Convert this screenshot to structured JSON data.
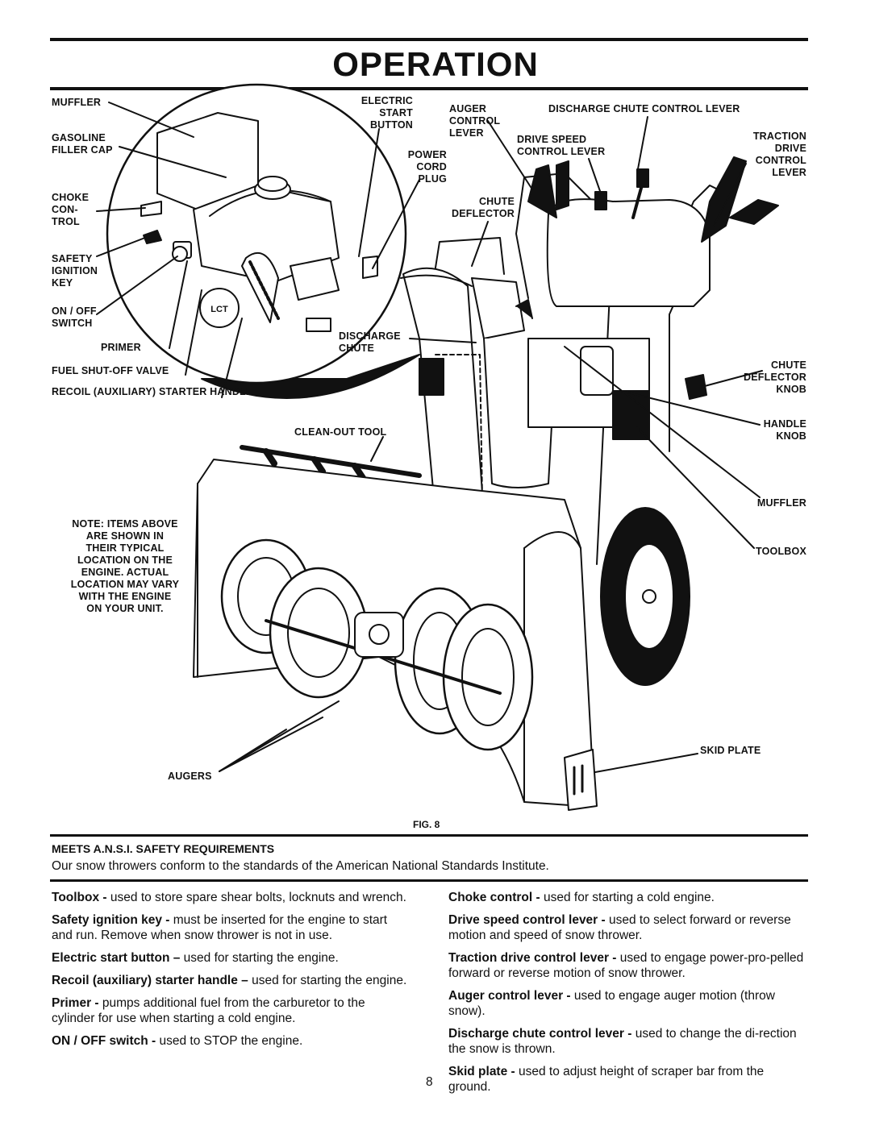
{
  "title": "OPERATION",
  "labels": {
    "muffler_top": "MUFFLER",
    "gasoline_filler_cap": "GASOLINE\nFILLER CAP",
    "choke_control": "CHOKE\nCON-\nTROL",
    "safety_ignition_key": "SAFETY\nIGNITION\nKEY",
    "on_off_switch": "ON / OFF\nSWITCH",
    "primer": "PRIMER",
    "fuel_shutoff_valve": "FUEL SHUT-OFF VALVE",
    "recoil_starter_handle": "RECOIL (AUXILIARY) STARTER HANDLE",
    "electric_start_button": "ELECTRIC\nSTART\nBUTTON",
    "power_cord_plug": "POWER\nCORD\nPLUG",
    "auger_control_lever": "AUGER\nCONTROL\nLEVER",
    "discharge_chute_control_lever": "DISCHARGE CHUTE CONTROL LEVER",
    "drive_speed_control_lever": "DRIVE SPEED\nCONTROL LEVER",
    "traction_drive_control_lever": "TRACTION\nDRIVE\nCONTROL\nLEVER",
    "chute_deflector": "CHUTE\nDEFLECTOR",
    "discharge_chute": "DISCHARGE\nCHUTE",
    "chute_deflector_knob": "CHUTE\nDEFLECTOR\nKNOB",
    "handle_knob": "HANDLE\nKNOB",
    "clean_out_tool": "CLEAN-OUT TOOL",
    "muffler_right": "MUFFLER",
    "toolbox": "TOOLBOX",
    "note": "NOTE: ITEMS ABOVE\nARE SHOWN IN\nTHEIR TYPICAL\nLOCATION ON THE\nENGINE.  ACTUAL\nLOCATION MAY VARY\nWITH THE ENGINE\nON YOUR UNIT.",
    "skid_plate": "SKID PLATE",
    "augers": "AUGERS",
    "engine_logo": "LCT"
  },
  "figure_caption": "FIG. 8",
  "ansi": {
    "heading": "MEETS A.N.S.I. SAFETY REQUIREMENTS",
    "text": "Our snow throwers conform to the standards of the American National Standards Institute."
  },
  "descriptions_left": [
    {
      "term": "Toolbox -",
      "text": " used to store spare shear bolts, locknuts and wrench."
    },
    {
      "term": "Safety ignition key -",
      "text": " must be inserted for the engine to start and run.  Remove when snow thrower is not in use."
    },
    {
      "term": "Electric start button –",
      "text": " used for starting the engine."
    },
    {
      "term": "Recoil (auxiliary) starter handle –",
      "text": " used for starting the engine."
    },
    {
      "term": "Primer -",
      "text": " pumps additional fuel from the carburetor to the cylinder for use when starting a cold engine."
    },
    {
      "term": "ON / OFF switch -",
      "text": " used to STOP the engine."
    }
  ],
  "descriptions_right": [
    {
      "term": "Choke control -",
      "text": " used for starting a cold engine."
    },
    {
      "term": "Drive speed control lever -",
      "text": " used to select forward or reverse motion and speed of snow thrower."
    },
    {
      "term": "Traction drive control lever -",
      "text": " used to engage power-pro-pelled forward or reverse motion of snow thrower."
    },
    {
      "term": "Auger control lever -",
      "text": " used to engage auger motion (throw snow)."
    },
    {
      "term": "Discharge chute control lever -",
      "text": " used to change the di-rection the snow is thrown."
    },
    {
      "term": "Skid plate -",
      "text": " used to adjust height of scraper bar from the ground."
    }
  ],
  "page_number": "8"
}
